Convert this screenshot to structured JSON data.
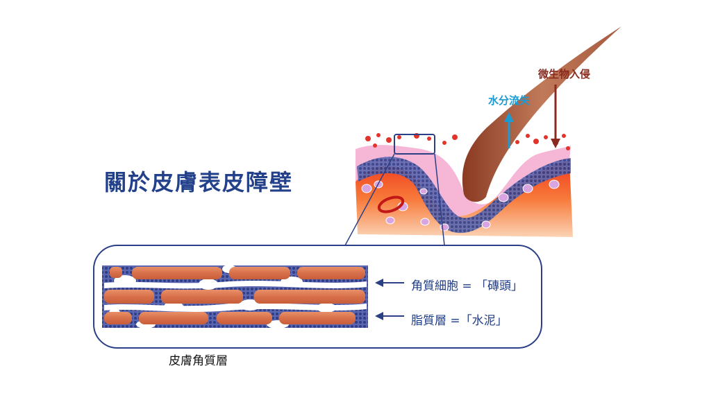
{
  "title": "關於皮膚表皮障壁",
  "labels": {
    "microbe_invasion": "微生物入侵",
    "water_loss": "水分流失",
    "corneocyte": "角質細胞 = 「磚頭」",
    "lipid_layer": "脂質層 =「水泥」",
    "stratum_corneum": "皮膚角質層"
  },
  "colors": {
    "title": "#23418a",
    "callout_text": "#1f3c86",
    "microbe_arrow": "#8a2a1e",
    "water_arrow": "#1b9bd1",
    "brick": "#d9764a",
    "lipid": "#3e4d9a",
    "dermis": "#f05a2a"
  },
  "icons": {
    "up_arrow": "water-loss-arrow-icon",
    "down_arrow": "microbe-arrow-icon",
    "left_arrow": "pointer-arrow-icon"
  }
}
